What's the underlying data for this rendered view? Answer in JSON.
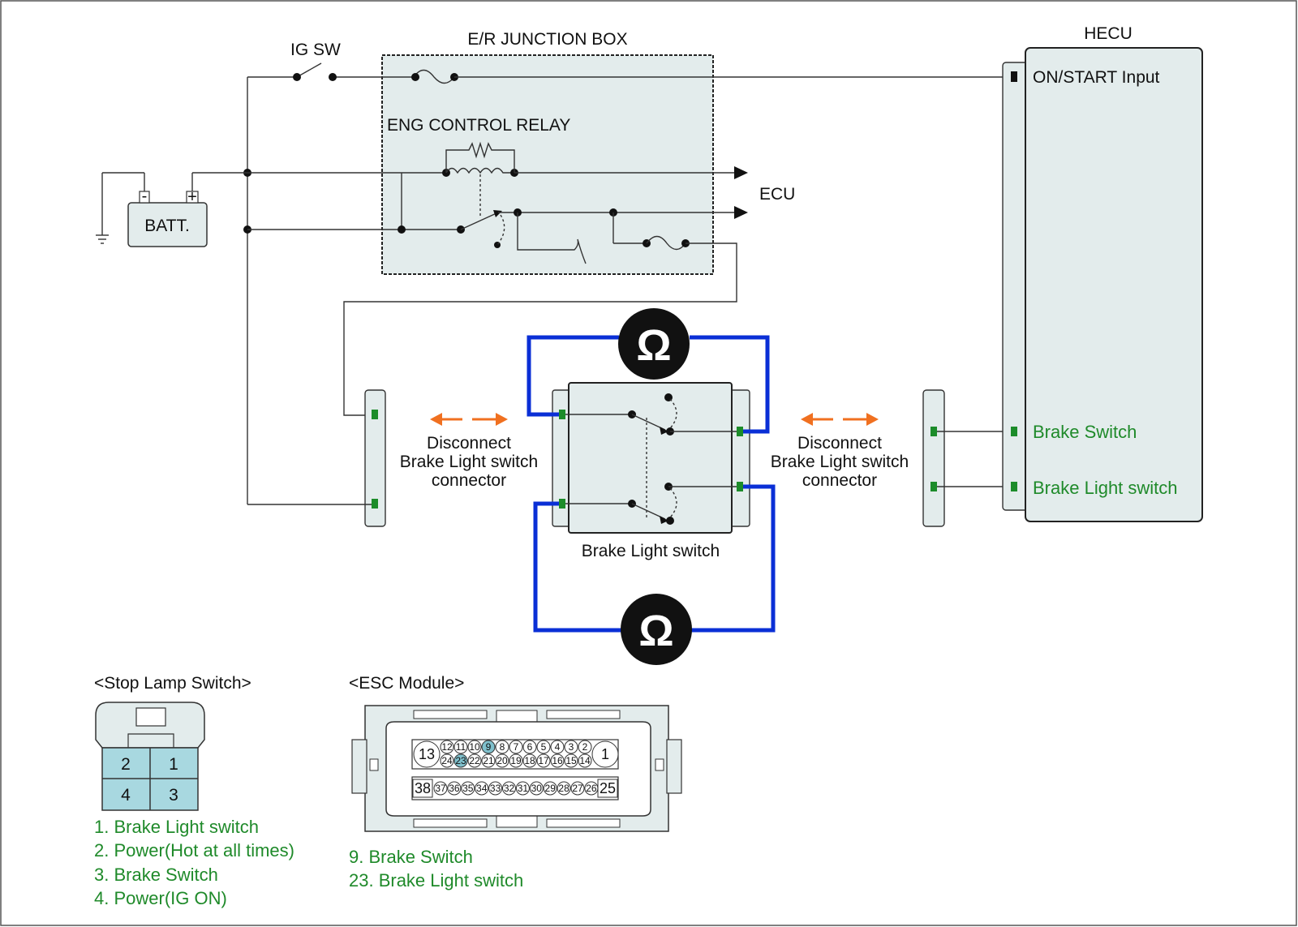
{
  "labels": {
    "ig_sw": "IG SW",
    "junction_box": "E/R JUNCTION BOX",
    "eng_relay": "ENG  CONTROL RELAY",
    "ecu": "ECU",
    "battery": "BATT.",
    "battery_minus": "-",
    "battery_plus": "+",
    "hecu": "HECU",
    "on_start_input": "ON/START Input",
    "brake_switch_pin": "Brake Switch",
    "brake_light_switch_pin": "Brake Light switch",
    "disconnect_left": [
      "Disconnect",
      "Brake Light switch",
      "connector"
    ],
    "disconnect_right": [
      "Disconnect",
      "Brake Light switch",
      "connector"
    ],
    "brake_light_switch": "Brake Light switch",
    "ohm_symbol": "Ω"
  },
  "stop_lamp_switch": {
    "title": "<Stop Lamp Switch>",
    "pins": [
      "2",
      "1",
      "4",
      "3"
    ],
    "legend": [
      "1. Brake Light switch",
      "2. Power(Hot at all times)",
      "3. Brake Switch",
      "4. Power(IG ON)"
    ]
  },
  "esc_module": {
    "title": "<ESC Module>",
    "big_pins": [
      "13",
      "1",
      "38",
      "25"
    ],
    "row1": [
      "12",
      "11",
      "10",
      "9",
      "8",
      "7",
      "6",
      "5",
      "4",
      "3",
      "2"
    ],
    "row2": [
      "24",
      "23",
      "22",
      "21",
      "20",
      "19",
      "18",
      "17",
      "16",
      "15",
      "14"
    ],
    "row3": [
      "37",
      "36",
      "35",
      "34",
      "33",
      "32",
      "31",
      "30",
      "29",
      "28",
      "27",
      "26"
    ],
    "highlight_pins": [
      "9",
      "23"
    ],
    "legend": [
      "9. Brake Switch",
      "23. Brake Light switch"
    ]
  },
  "colors": {
    "measurement_wire": "#0a2fd6",
    "arrow": "#f07020",
    "terminal": "#1c8c2a",
    "legend_text": "#1f8a2a",
    "panel_fill": "#e3ecec",
    "pin_highlight": "#7fc0cc",
    "connector_fill": "#a8d8e0"
  },
  "icons": {
    "ohmmeter": "ohmmeter-icon",
    "ground": "ground-icon",
    "arrow": "double-arrow-icon"
  }
}
